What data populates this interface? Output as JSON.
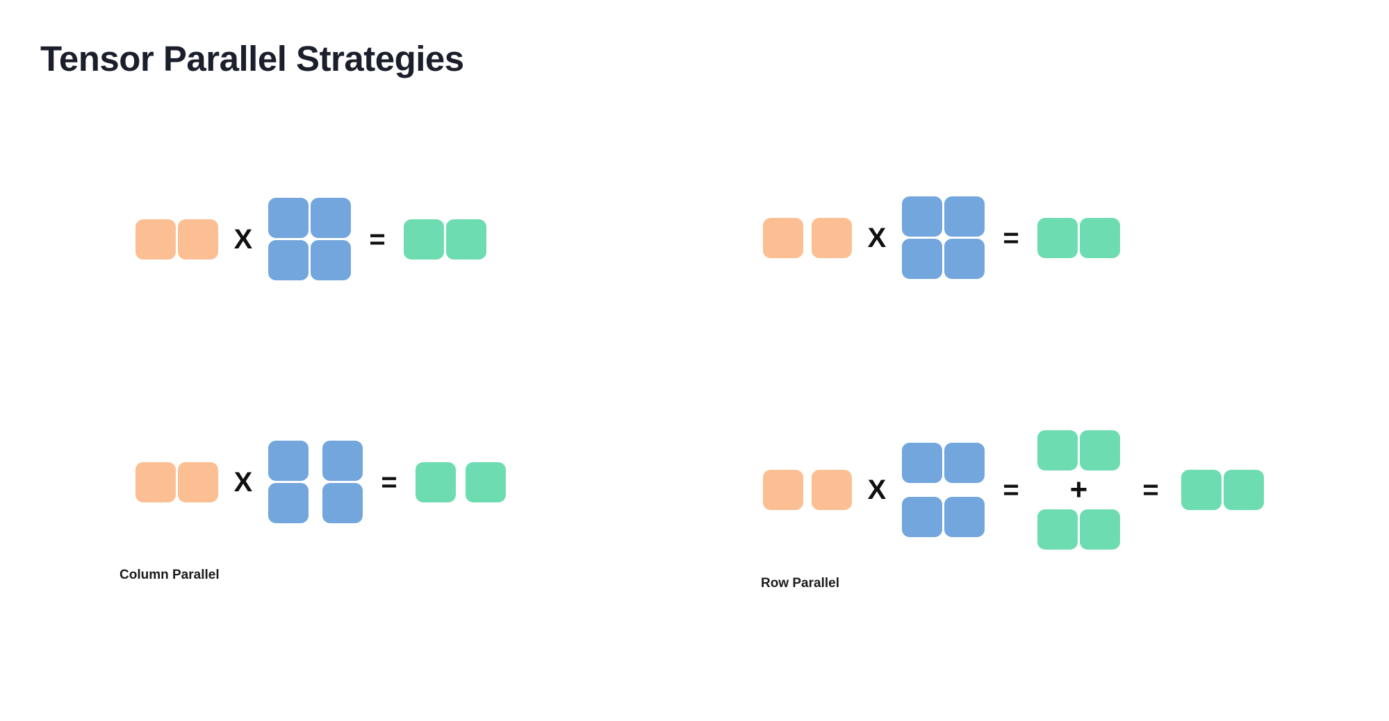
{
  "title": "Tensor Parallel Strategies",
  "theme": {
    "background": "#ffffff",
    "title_color": "#1a1f2b",
    "operator_color": "#101010",
    "input_color": "#fbbf93",
    "weight_color": "#73a6dc",
    "output_color": "#6ddcb0"
  },
  "operators": {
    "multiply": "X",
    "equals": "=",
    "plus": "+"
  },
  "panels": [
    {
      "id": "column-parallel",
      "caption": "Column Parallel",
      "rows": [
        {
          "id": "column-parallel-unsharded",
          "input": {
            "color": "input",
            "rows": 1,
            "cols": 2,
            "split": "none"
          },
          "weight": {
            "color": "weight",
            "rows": 2,
            "cols": 2,
            "split": "none"
          },
          "output": {
            "color": "output",
            "rows": 1,
            "cols": 2,
            "split": "none"
          }
        },
        {
          "id": "column-parallel-sharded",
          "input": {
            "color": "input",
            "rows": 1,
            "cols": 2,
            "split": "none"
          },
          "weight": {
            "color": "weight",
            "rows": 2,
            "cols": 2,
            "split": "columns"
          },
          "output": {
            "color": "output",
            "rows": 1,
            "cols": 2,
            "split": "columns"
          }
        }
      ]
    },
    {
      "id": "row-parallel",
      "caption": "Row Parallel",
      "rows": [
        {
          "id": "row-parallel-unsharded",
          "input": {
            "color": "input",
            "rows": 1,
            "cols": 2,
            "split": "columns"
          },
          "weight": {
            "color": "weight",
            "rows": 2,
            "cols": 2,
            "split": "none"
          },
          "output": {
            "color": "output",
            "rows": 1,
            "cols": 2,
            "split": "none"
          }
        },
        {
          "id": "row-parallel-sharded",
          "input": {
            "color": "input",
            "rows": 1,
            "cols": 2,
            "split": "columns"
          },
          "weight": {
            "color": "weight",
            "rows": 2,
            "cols": 2,
            "split": "rows"
          },
          "partials": [
            {
              "color": "output",
              "rows": 1,
              "cols": 2,
              "split": "none"
            },
            {
              "color": "output",
              "rows": 1,
              "cols": 2,
              "split": "none"
            }
          ],
          "output": {
            "color": "output",
            "rows": 1,
            "cols": 2,
            "split": "none"
          }
        }
      ]
    }
  ]
}
